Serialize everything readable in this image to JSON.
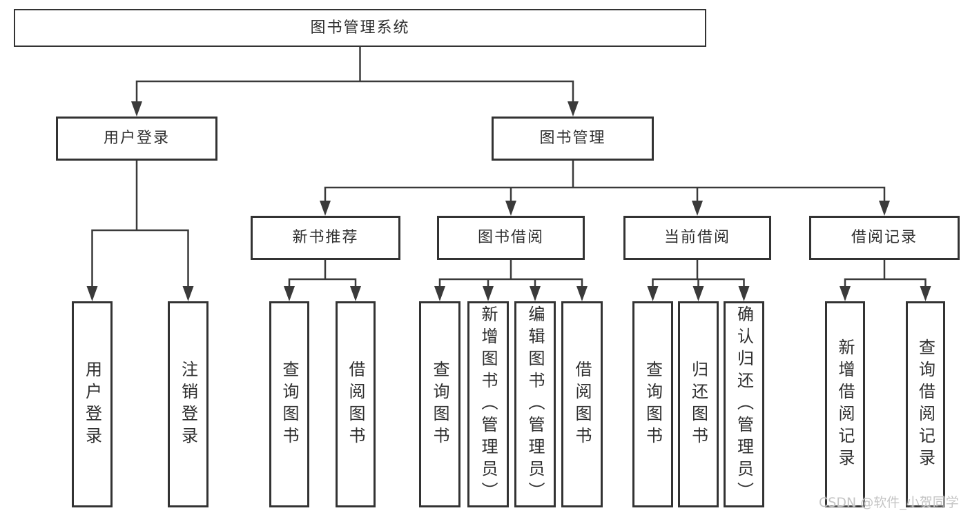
{
  "diagram_title": "图书管理系统",
  "tree": {
    "label": "图书管理系统",
    "children": [
      {
        "label": "用户登录",
        "children": [
          {
            "label": "用户登录"
          },
          {
            "label": "注销登录"
          }
        ]
      },
      {
        "label": "图书管理",
        "children": [
          {
            "label": "新书推荐",
            "children": [
              {
                "label": "查询图书"
              },
              {
                "label": "借阅图书"
              }
            ]
          },
          {
            "label": "图书借阅",
            "children": [
              {
                "label": "查询图书"
              },
              {
                "label": "新增图书（管理员）"
              },
              {
                "label": "编辑图书（管理员）"
              },
              {
                "label": "借阅图书"
              }
            ]
          },
          {
            "label": "当前借阅",
            "children": [
              {
                "label": "查询图书"
              },
              {
                "label": "归还图书"
              },
              {
                "label": "确认归还（管理员）"
              }
            ]
          },
          {
            "label": "借阅记录",
            "children": [
              {
                "label": "新增借阅记录"
              },
              {
                "label": "查询借阅记录"
              }
            ]
          }
        ]
      }
    ]
  },
  "watermark": {
    "text": "CSDN @软件_小贺同学"
  },
  "colors": {
    "background": "#ffffff",
    "line": "#3a3a3a",
    "box_border": "#333333",
    "text": "#2f2f2f",
    "watermark": "#c5c5c5"
  }
}
